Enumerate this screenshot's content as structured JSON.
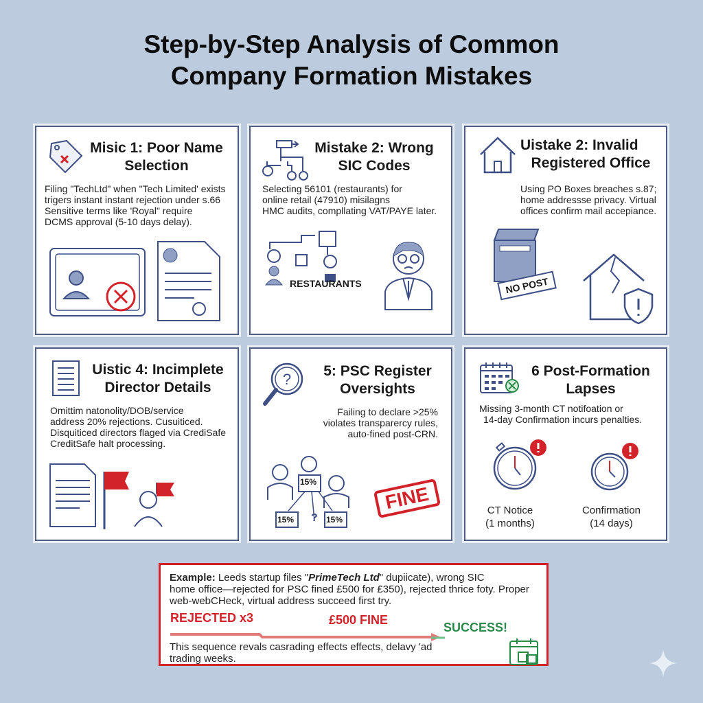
{
  "title": {
    "line1": "Step-by-Step Analysis of Common",
    "line2": "Company Formation Mistakes"
  },
  "cards": [
    {
      "title1": "Misic 1: Poor Name",
      "title2": "Selection",
      "body": [
        "Filing \"TechLtd\" when \"Tech Limited' exists",
        "trigers instant instant rejection under s.66",
        "Sensitive terms like 'Royal\" require",
        "DCMS approval (5-10 days delay)."
      ]
    },
    {
      "title1": "Mistake 2: Wrong",
      "title2": "SIC Codes",
      "body": [
        "Selecting 56101 (restaurants) for",
        "online retail (47910) misilagns",
        "HMC audits, compllating VAT/PAYE later."
      ],
      "illustration_label": "RESTAURANTS"
    },
    {
      "title1": "Uistake 2: Invalid",
      "title2": "Registered Office",
      "body": [
        "Using PO Boxes breaches s.87;",
        "home addressse privacy. Virtual",
        "offices confirm mail accepiance."
      ],
      "sign": "NO POST"
    },
    {
      "title1": "Uistic 4: Incimplete",
      "title2": "Director Details",
      "body": [
        "Omittim natonolity/DOB/service",
        "address 20% rejections. Cusuiticed.",
        "Disquiticed directors flaged via CrediSafe",
        "CreditSafe halt processing."
      ]
    },
    {
      "title1": "5: PSC Register",
      "title2": "Oversights",
      "body": [
        "Failing to declare >25%",
        "violates transparercy rules,",
        "auto-fined post-CRN."
      ],
      "share_top": "15%",
      "share_left": "15%",
      "share_right": "15%",
      "unknown": "?",
      "stamp": "FINE"
    },
    {
      "title1": "6 Post-Formation",
      "title2": "Lapses",
      "body": [
        "Missing 3-month CT notifoation or",
        "14-day Confirmation incurs penalties."
      ],
      "timers": [
        {
          "label": "CT Notice",
          "sub": "(1 months)"
        },
        {
          "label": "Confirmation",
          "sub": "(14 days)"
        }
      ]
    }
  ],
  "example": {
    "prefix": "Example:",
    "line1a": " Leeds startup files \"",
    "company": "PrimeTech Ltd",
    "line1b": "\" dupiicate), wrong SIC",
    "line2": "home office—rejected for PSC fined £500 for £350), rejected thrice foty. Proper",
    "line3": "web-webCHeck, virtual address succeed first try.",
    "rejected": "REJECTED x3",
    "fine": "£500 FINE",
    "success": "SUCCESS!",
    "footer1": "This sequence revals casrading effects effects, delavy 'ad",
    "footer2": "trading weeks."
  },
  "colors": {
    "navy": "#3d4f85",
    "red": "#d2232a",
    "green": "#2a8a4a",
    "background": "#bccbdd"
  }
}
